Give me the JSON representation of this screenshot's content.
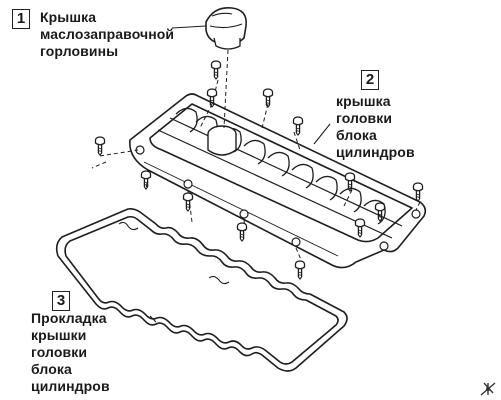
{
  "labels": [
    {
      "number": "1",
      "text": "Крышка\nмаслозаправочной\nгорловины"
    },
    {
      "number": "2",
      "text": "крышка головки\nблока цилиндров"
    },
    {
      "number": "3",
      "text": "Прокладка\nкрышки\nголовки блока\nцилиндров"
    }
  ],
  "parts": [
    {
      "name": "oil-filler-cap",
      "number": "1"
    },
    {
      "name": "cylinder-head-cover",
      "number": "2"
    },
    {
      "name": "cylinder-head-cover-gasket",
      "number": "3"
    }
  ],
  "bolts_count": 13,
  "colors": {
    "line": "#1e1e1e",
    "background": "#ffffff"
  }
}
